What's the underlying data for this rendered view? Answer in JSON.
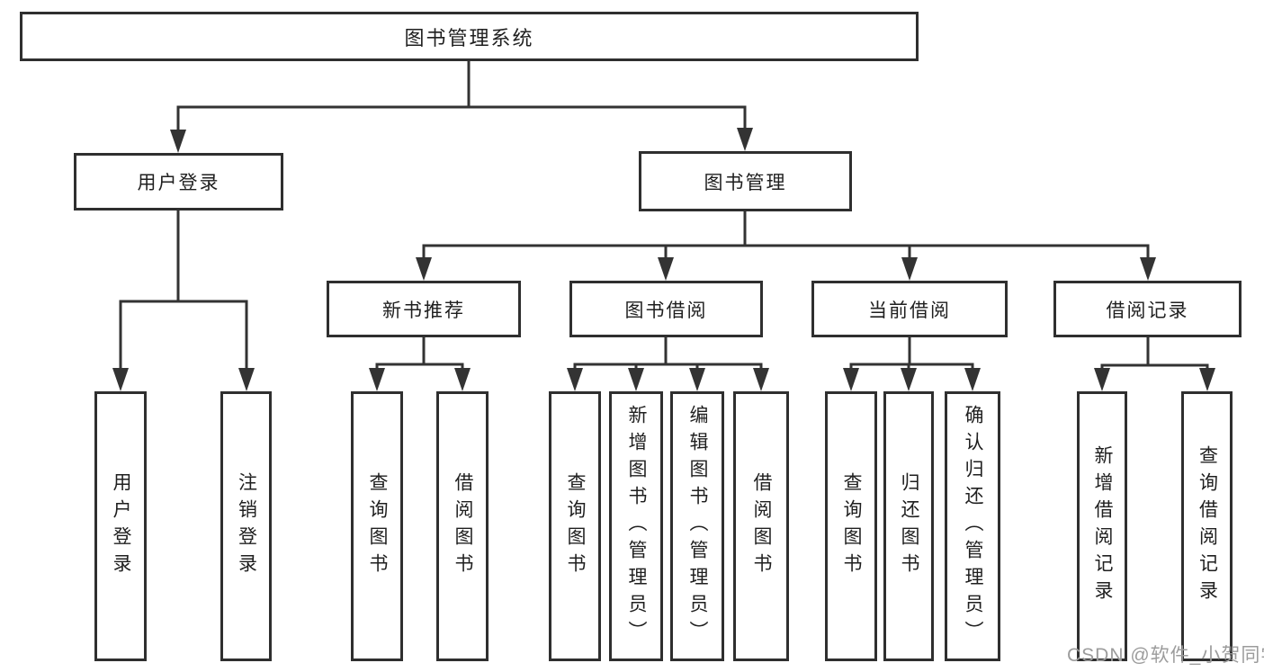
{
  "colors": {
    "line": "#333333",
    "box_border": "#2f2f2f",
    "text": "#1f1f1f",
    "watermark": "#9c9c9c",
    "background": "#ffffff"
  },
  "watermark": {
    "text": "CSDN @软件_小贺同学"
  },
  "tree": {
    "root": {
      "label": "图书管理系统",
      "children": [
        {
          "label": "用户登录",
          "children": [
            {
              "label": "用户登录"
            },
            {
              "label": "注销登录"
            }
          ]
        },
        {
          "label": "图书管理",
          "children": [
            {
              "label": "新书推荐",
              "children": [
                {
                  "label": "查询图书"
                },
                {
                  "label": "借阅图书"
                }
              ]
            },
            {
              "label": "图书借阅",
              "children": [
                {
                  "label": "查询图书"
                },
                {
                  "label": "新增图书（管理员）"
                },
                {
                  "label": "编辑图书（管理员）"
                },
                {
                  "label": "借阅图书"
                }
              ]
            },
            {
              "label": "当前借阅",
              "children": [
                {
                  "label": "查询图书"
                },
                {
                  "label": "归还图书"
                },
                {
                  "label": "确认归还（管理员）"
                }
              ]
            },
            {
              "label": "借阅记录",
              "children": [
                {
                  "label": "新增借阅记录"
                },
                {
                  "label": "查询借阅记录"
                }
              ]
            }
          ]
        }
      ]
    }
  }
}
